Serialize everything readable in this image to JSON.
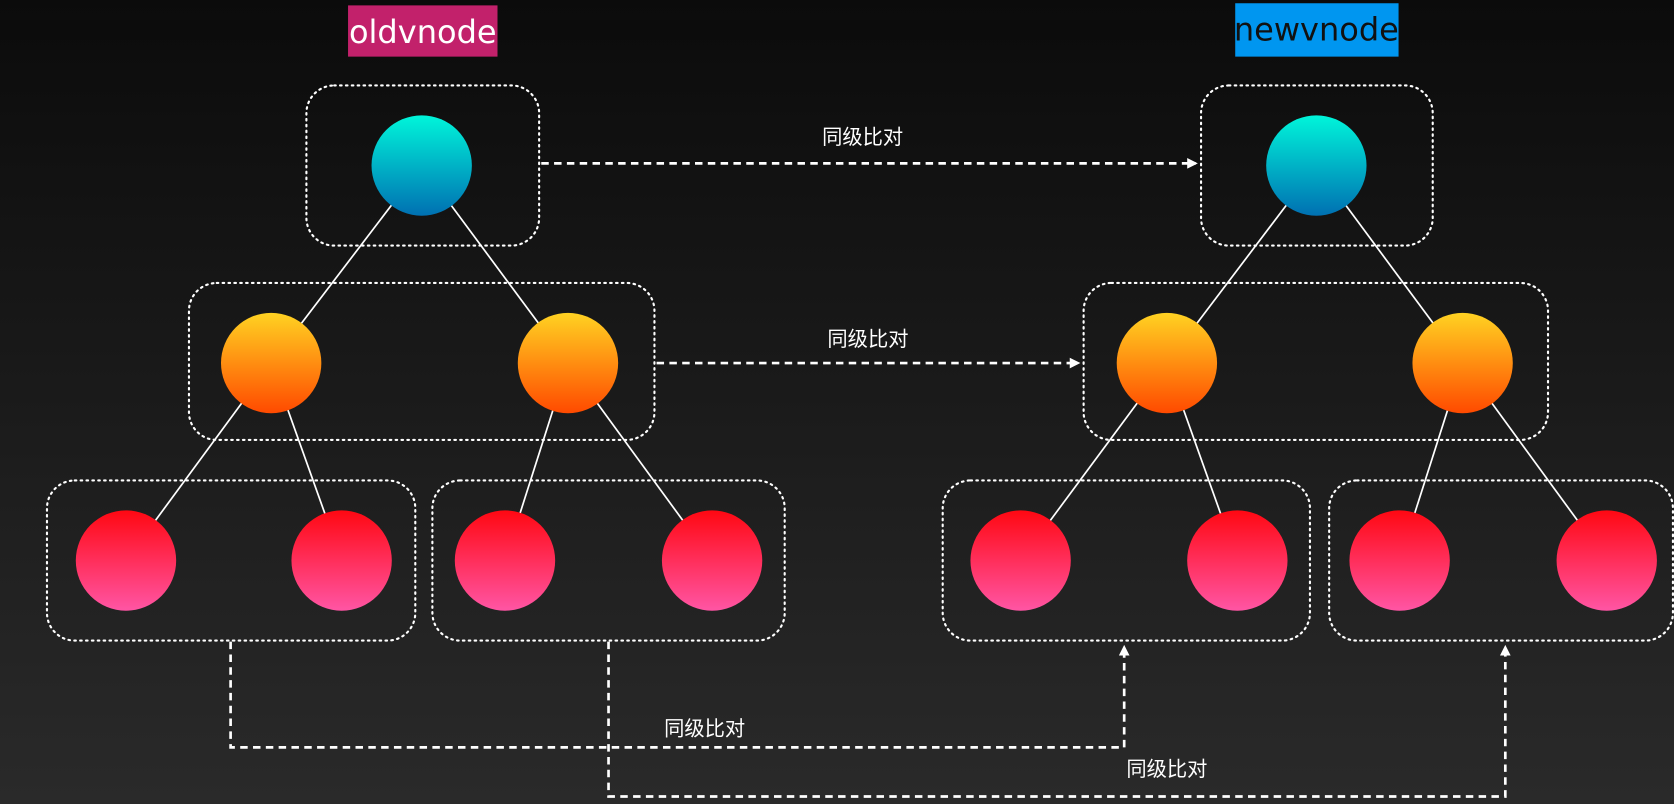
{
  "labels": {
    "old": "oldvnode",
    "new": "newvnode"
  },
  "compare_label": "同级比对",
  "arrows": [
    {
      "label": "同级比对",
      "from": "old-root-level",
      "to": "new-root-level"
    },
    {
      "label": "同级比对",
      "from": "old-level-2",
      "to": "new-level-2"
    },
    {
      "label": "同级比对",
      "from": "old-level-3-left",
      "to": "new-level-3-left"
    },
    {
      "label": "同级比对",
      "from": "old-level-3-right",
      "to": "new-level-3-right"
    }
  ],
  "colors": {
    "old_tag": "#c2216b",
    "new_tag": "#0096f0",
    "root": [
      "#00f5da",
      "#0070b2"
    ],
    "level2": [
      "#ffd222",
      "#ff4a00"
    ],
    "level3": [
      "#ff0812",
      "#ff55a4"
    ]
  }
}
